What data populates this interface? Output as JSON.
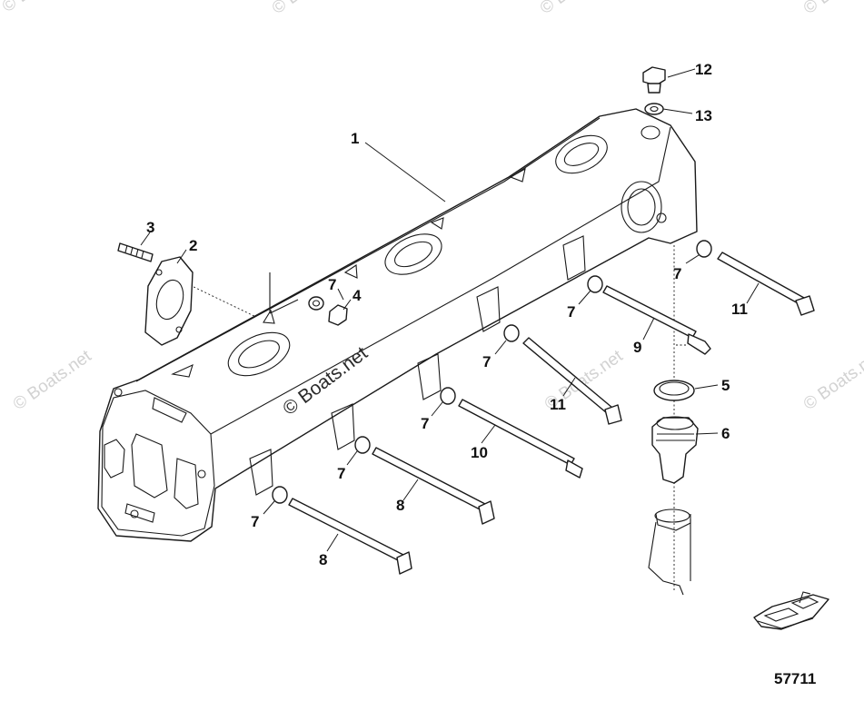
{
  "watermark": {
    "main": "© Boats.net",
    "faint": "© Boats.net"
  },
  "figure_number": "57711",
  "callouts": [
    {
      "id": "c1",
      "label": "1"
    },
    {
      "id": "c2",
      "label": "2"
    },
    {
      "id": "c3",
      "label": "3"
    },
    {
      "id": "c4",
      "label": "4"
    },
    {
      "id": "c5",
      "label": "5"
    },
    {
      "id": "c6",
      "label": "6"
    },
    {
      "id": "c7a",
      "label": "7"
    },
    {
      "id": "c7b",
      "label": "7"
    },
    {
      "id": "c7c",
      "label": "7"
    },
    {
      "id": "c7d",
      "label": "7"
    },
    {
      "id": "c7e",
      "label": "7"
    },
    {
      "id": "c7f",
      "label": "7"
    },
    {
      "id": "c7g",
      "label": "7"
    },
    {
      "id": "c8a",
      "label": "8"
    },
    {
      "id": "c8b",
      "label": "8"
    },
    {
      "id": "c9",
      "label": "9"
    },
    {
      "id": "c10",
      "label": "10"
    },
    {
      "id": "c11a",
      "label": "11"
    },
    {
      "id": "c11b",
      "label": "11"
    },
    {
      "id": "c12",
      "label": "12"
    },
    {
      "id": "c13",
      "label": "13"
    }
  ],
  "icons": [
    "boat-icon"
  ]
}
